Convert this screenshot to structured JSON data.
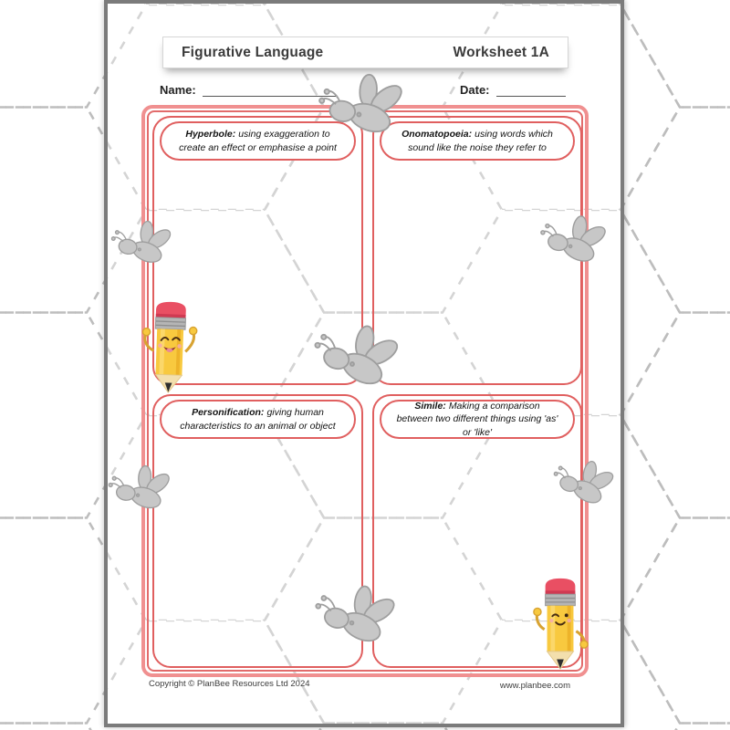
{
  "header": {
    "title": "Figurative Language",
    "worksheet": "Worksheet 1A"
  },
  "fields": {
    "name_label": "Name:",
    "date_label": "Date:"
  },
  "quadrants": [
    {
      "term": "Hyperbole:",
      "definition": "using exaggeration to create an effect or emphasise a point"
    },
    {
      "term": "Onomatopoeia:",
      "definition": "using words which sound like the noise they refer to"
    },
    {
      "term": "Personification:",
      "definition": "giving human characteristics to an animal or object"
    },
    {
      "term": "Simile:",
      "definition": "Making a comparison between two different things using 'as' or 'like'"
    }
  ],
  "footer": {
    "copyright": "Copyright © PlanBee Resources Ltd 2024",
    "website": "www.planbee.com"
  },
  "icons": {
    "fly": "fly-icon",
    "pencil_happy": "pencil-character-icon-left",
    "pencil_wink": "pencil-character-icon-right"
  },
  "colors": {
    "accent_red": "#e05f5f",
    "outer_border": "#f09090",
    "page_edge": "#7b7b7b",
    "hex_pattern": "#bdbdbd",
    "pencil_body": "#f8c93f",
    "pencil_eraser": "#e94f63",
    "fly_gray": "#c7c7c7"
  }
}
